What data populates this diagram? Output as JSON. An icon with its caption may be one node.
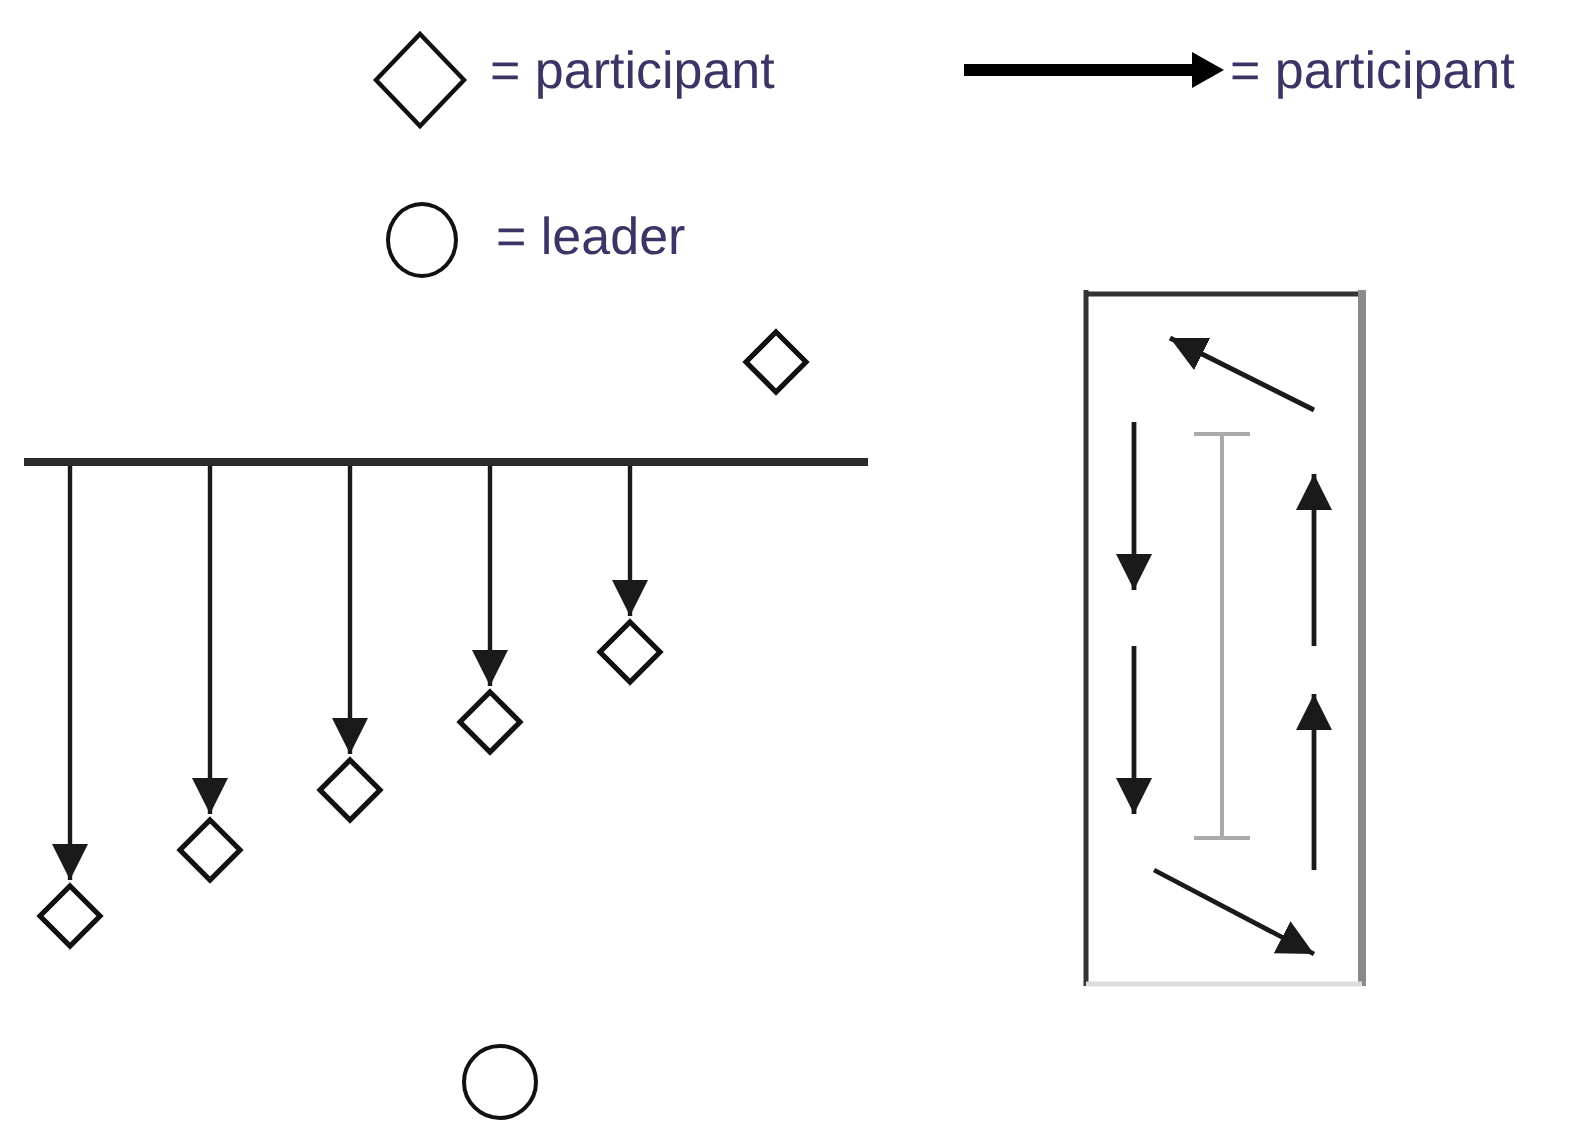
{
  "diagram": {
    "nodes": [
      {
        "text": [],
        "shape": "bar"
      },
      {
        "text": [],
        "shape": "diamond"
      },
      {
        "text": [],
        "shape": "diamond"
      },
      {
        "text": [],
        "shape": "diamond"
      },
      {
        "text": [],
        "shape": "diamond"
      },
      {
        "text": [],
        "shape": "diamond"
      },
      {
        "text": [],
        "shape": "diamond"
      },
      {
        "text": [],
        "shape": "circle"
      }
    ],
    "edges": [
      {
        "from": 0,
        "to": 1,
        "arrow": "to"
      },
      {
        "from": 0,
        "to": 2,
        "arrow": "to"
      },
      {
        "from": 0,
        "to": 3,
        "arrow": "to"
      },
      {
        "from": 0,
        "to": 4,
        "arrow": "to"
      },
      {
        "from": 0,
        "to": 5,
        "arrow": "to"
      }
    ],
    "legend": [
      {
        "text": "= participant"
      },
      {
        "text": "= participant"
      },
      {
        "text": "= leader"
      }
    ]
  }
}
